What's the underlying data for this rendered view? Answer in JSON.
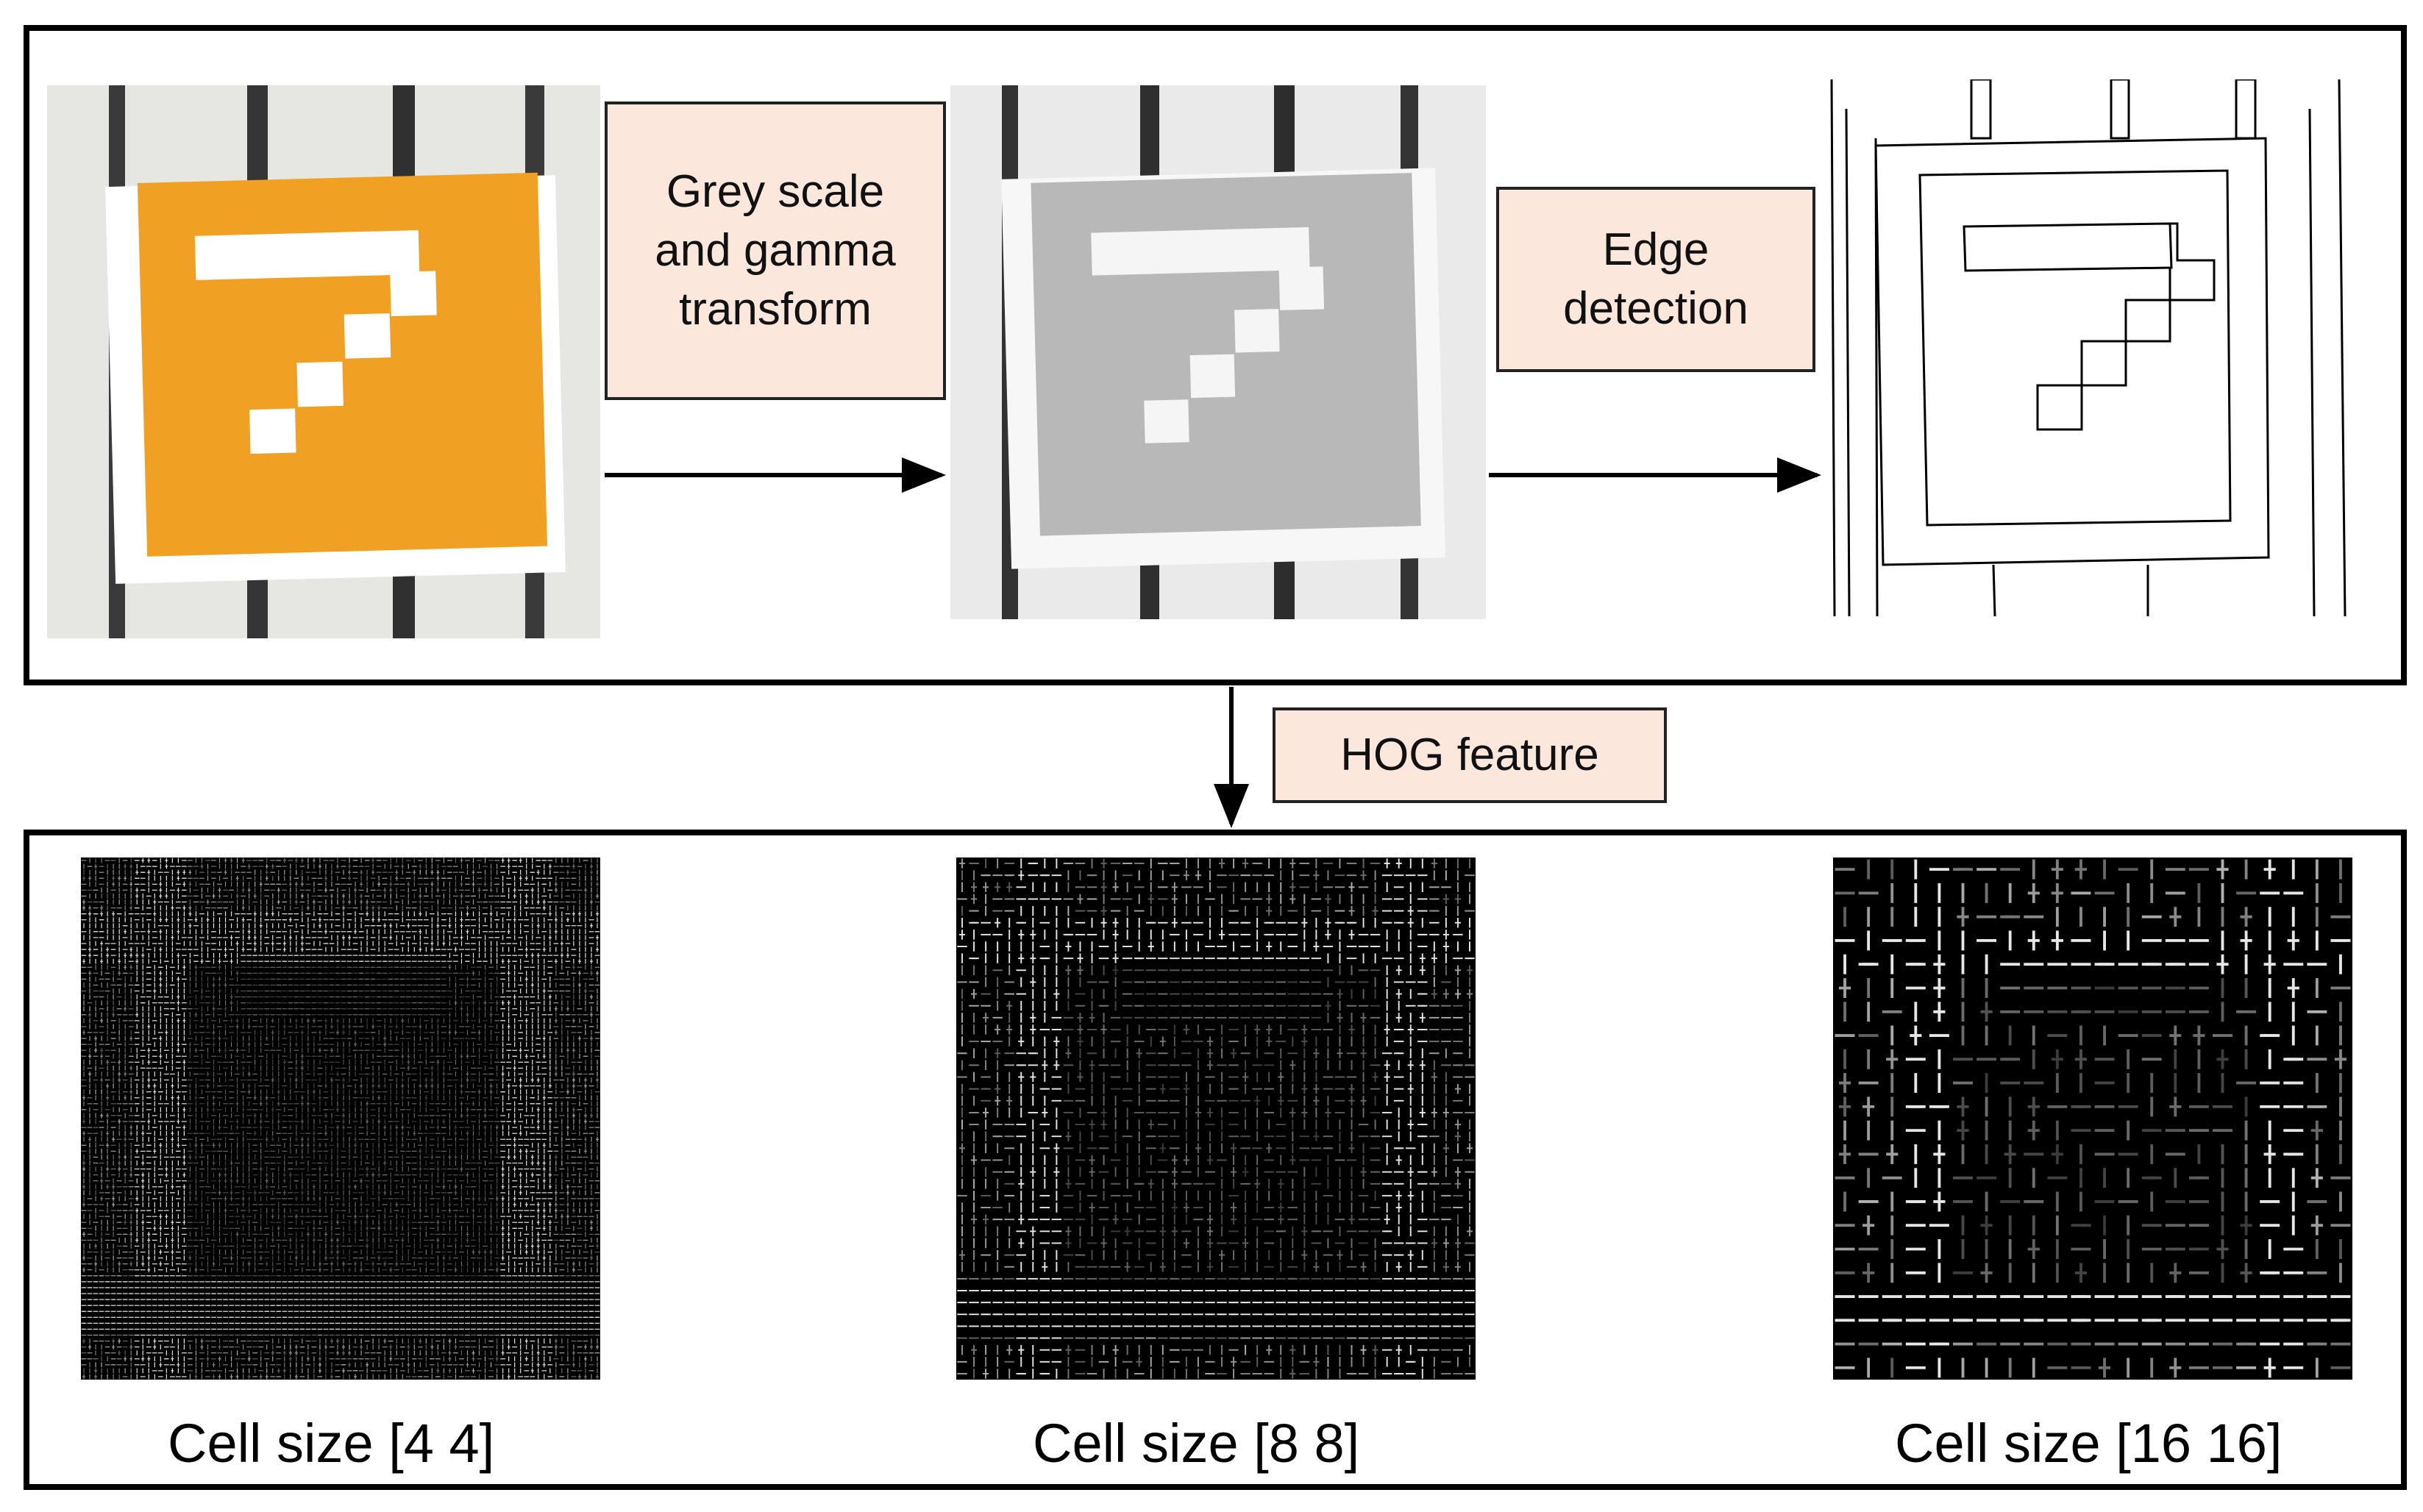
{
  "pipeline": {
    "step1_label": "Grey scale\nand gamma\ntransform",
    "step2_label": "Edge\ndetection",
    "hog_label": "HOG feature"
  },
  "hog_panels": [
    {
      "caption": "Cell size [4 4]"
    },
    {
      "caption": "Cell size [8 8]"
    },
    {
      "caption": "Cell size [16 16]"
    }
  ],
  "colors": {
    "sign_orange": "#f0a022",
    "box_fill": "#fbe7dc",
    "sign_grey": "#b8b8b8"
  }
}
